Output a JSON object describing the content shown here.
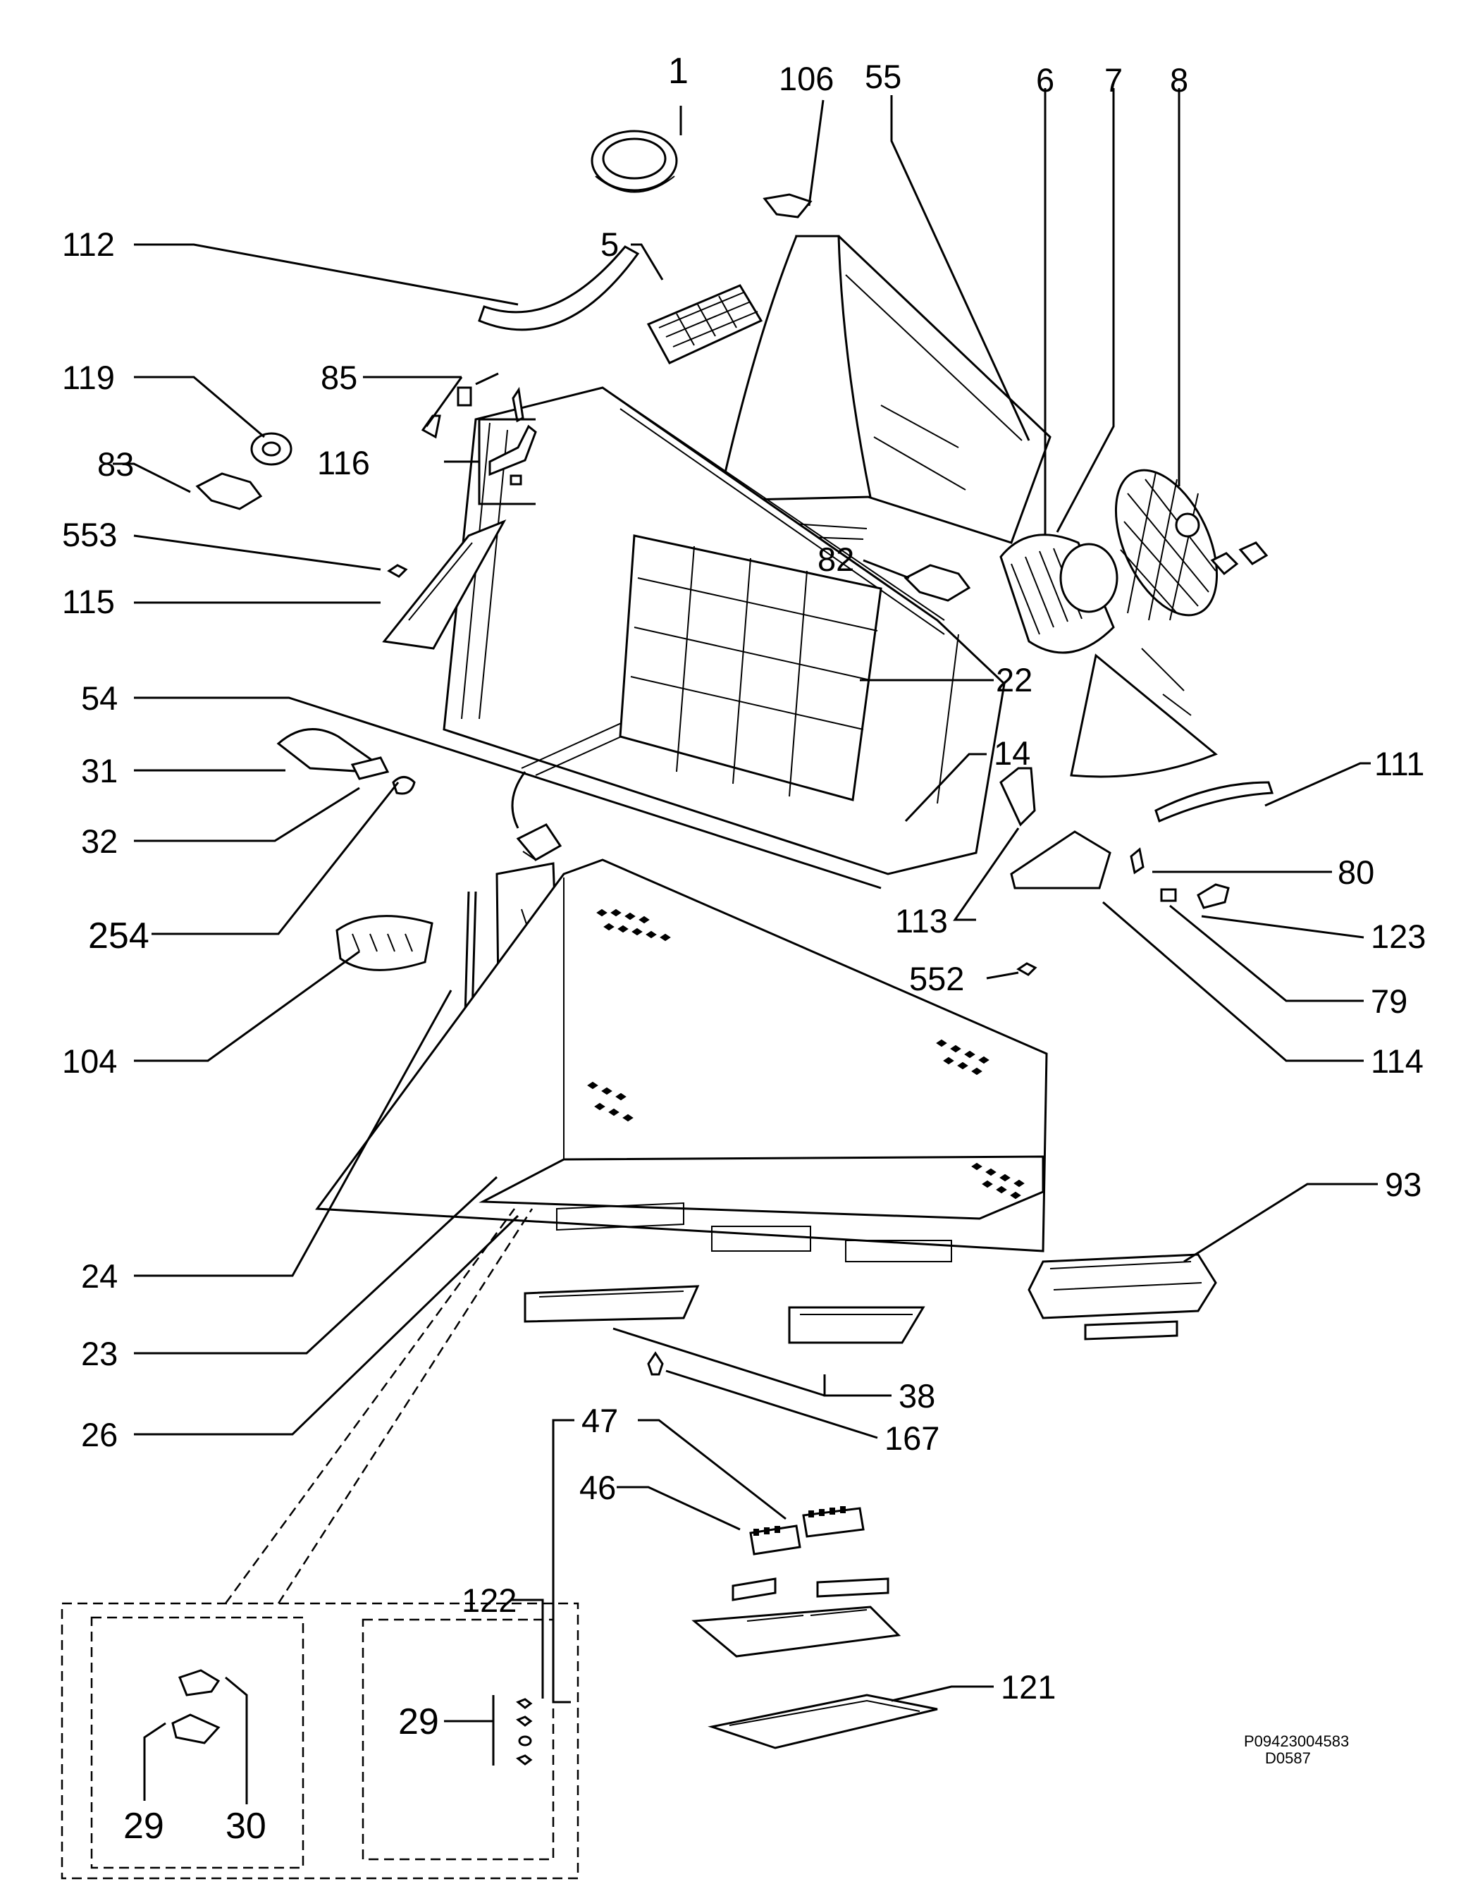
{
  "labels": {
    "l1": "1",
    "l106": "106",
    "l55": "55",
    "l6": "6",
    "l7": "7",
    "l8": "8",
    "l112": "112",
    "l5": "5",
    "l119": "119",
    "l85": "85",
    "l83": "83",
    "l116": "116",
    "l553": "553",
    "l115": "115",
    "l82": "82",
    "l22": "22",
    "l54": "54",
    "l14": "14",
    "l31": "31",
    "l32": "32",
    "l111": "111",
    "l80": "80",
    "l113": "113",
    "l123": "123",
    "l254": "254",
    "l552": "552",
    "l79": "79",
    "l104": "104",
    "l114": "114",
    "l93": "93",
    "l24": "24",
    "l23": "23",
    "l26": "26",
    "l38": "38",
    "l167": "167",
    "l47": "47",
    "l46": "46",
    "l122": "122",
    "l121": "121",
    "l29a": "29",
    "l29b": "29",
    "l30": "30"
  },
  "reference": {
    "code": "P09423004583",
    "sub": "D0587"
  }
}
